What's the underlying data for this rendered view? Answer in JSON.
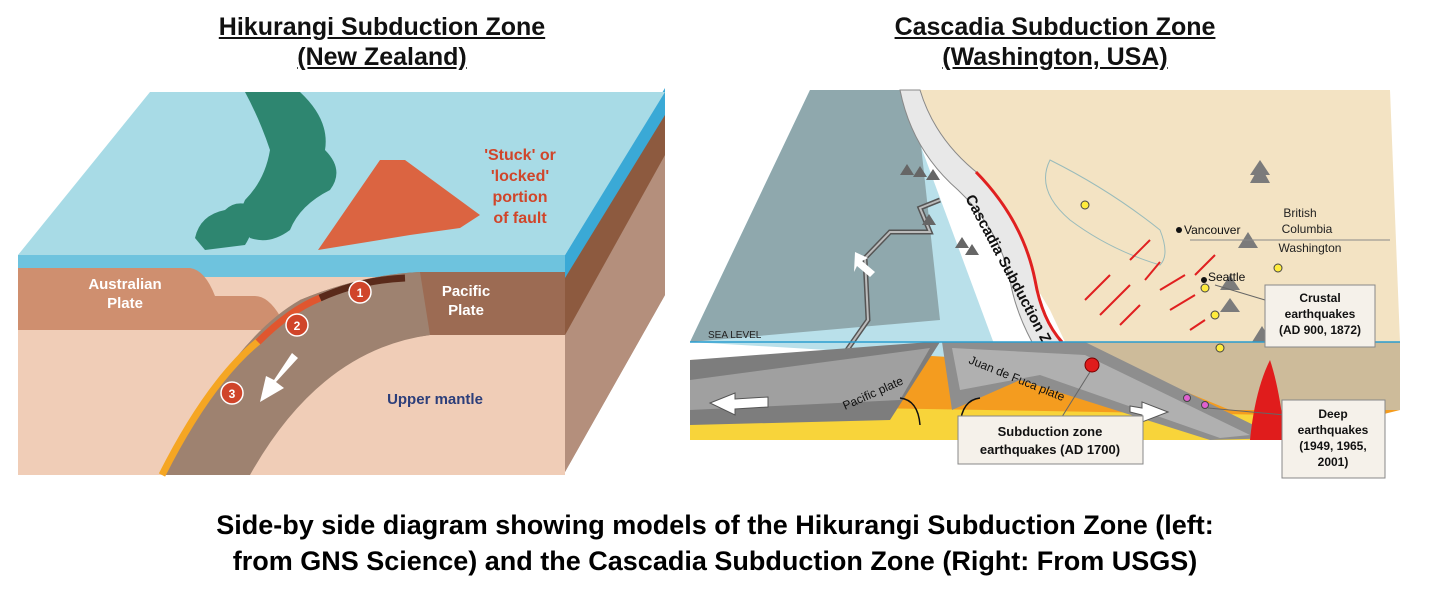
{
  "left_diagram": {
    "title_line1": "Hikurangi Subduction Zone",
    "title_line2": "(New Zealand)",
    "locked_label": [
      "'Stuck' or",
      "'locked'",
      "portion",
      "of fault"
    ],
    "australian_plate": [
      "Australian",
      "Plate"
    ],
    "pacific_plate": [
      "Pacific",
      "Plate"
    ],
    "upper_mantle": "Upper mantle",
    "markers": [
      "1",
      "2",
      "3"
    ]
  },
  "right_diagram": {
    "title_line1": "Cascadia Subduction Zone",
    "title_line2": "(Washington, USA)",
    "subduction_label": "Cascadia Subduction Zone",
    "sea_level": "SEA LEVEL",
    "pacific_plate": "Pacific plate",
    "juan_de_fuca": "Juan de Fuca plate",
    "vancouver": "Vancouver",
    "seattle": "Seattle",
    "british_columbia": [
      "British",
      "Columbia"
    ],
    "washington": "Washington",
    "crustal_quakes": [
      "Crustal",
      "earthquakes",
      "(AD 900, 1872)"
    ],
    "subduction_quakes": [
      "Subduction zone",
      "earthquakes (AD 1700)"
    ],
    "deep_quakes": [
      "Deep",
      "earthquakes",
      "(1949, 1965,",
      "2001)"
    ]
  },
  "caption": {
    "line1": "Side-by side diagram showing models of the Hikurangi Subduction Zone (left:",
    "line2": "from GNS Science) and the Cascadia Subduction Zone (Right: From USGS)"
  }
}
